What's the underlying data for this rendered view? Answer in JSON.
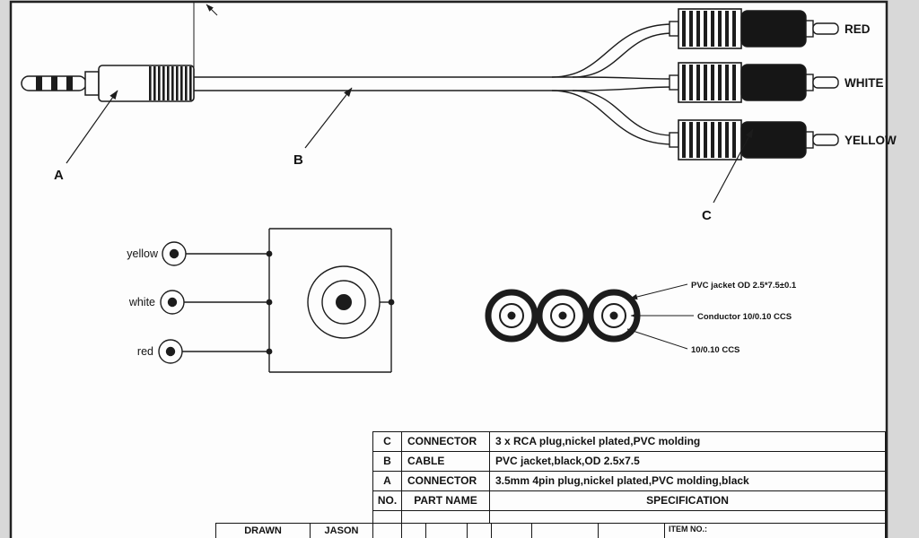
{
  "colors": {
    "line": "#1c1c1c",
    "paper": "#fdfdfd",
    "margin": "#d8d8d8",
    "grip_fill": "#161616"
  },
  "drawing": {
    "callout_a": "A",
    "callout_b": "B",
    "callout_c": "C",
    "rca_labels": [
      "RED",
      "WHITE",
      "YELLOW"
    ]
  },
  "pinout": {
    "pin_labels": [
      "yellow",
      "white",
      "red"
    ]
  },
  "cross_section": {
    "callouts": [
      "PVC jacket OD 2.5*7.5±0.1",
      "Conductor 10/0.10 CCS",
      "10/0.10 CCS"
    ]
  },
  "spec_table": {
    "rows": [
      {
        "no": "C",
        "part": "CONNECTOR",
        "spec": "3 x RCA plug,nickel plated,PVC molding"
      },
      {
        "no": "B",
        "part": "CABLE",
        "spec": "PVC jacket,black,OD 2.5x7.5"
      },
      {
        "no": "A",
        "part": "CONNECTOR",
        "spec": "3.5mm 4pin plug,nickel plated,PVC molding,black"
      }
    ],
    "header": {
      "no": "NO.",
      "part": "PART NAME",
      "spec": "SPECIFICATION"
    }
  },
  "title_block": {
    "drawn_label": "DRAWN",
    "drawn_value": "JASON",
    "item_no_label": "ITEM NO.:"
  }
}
